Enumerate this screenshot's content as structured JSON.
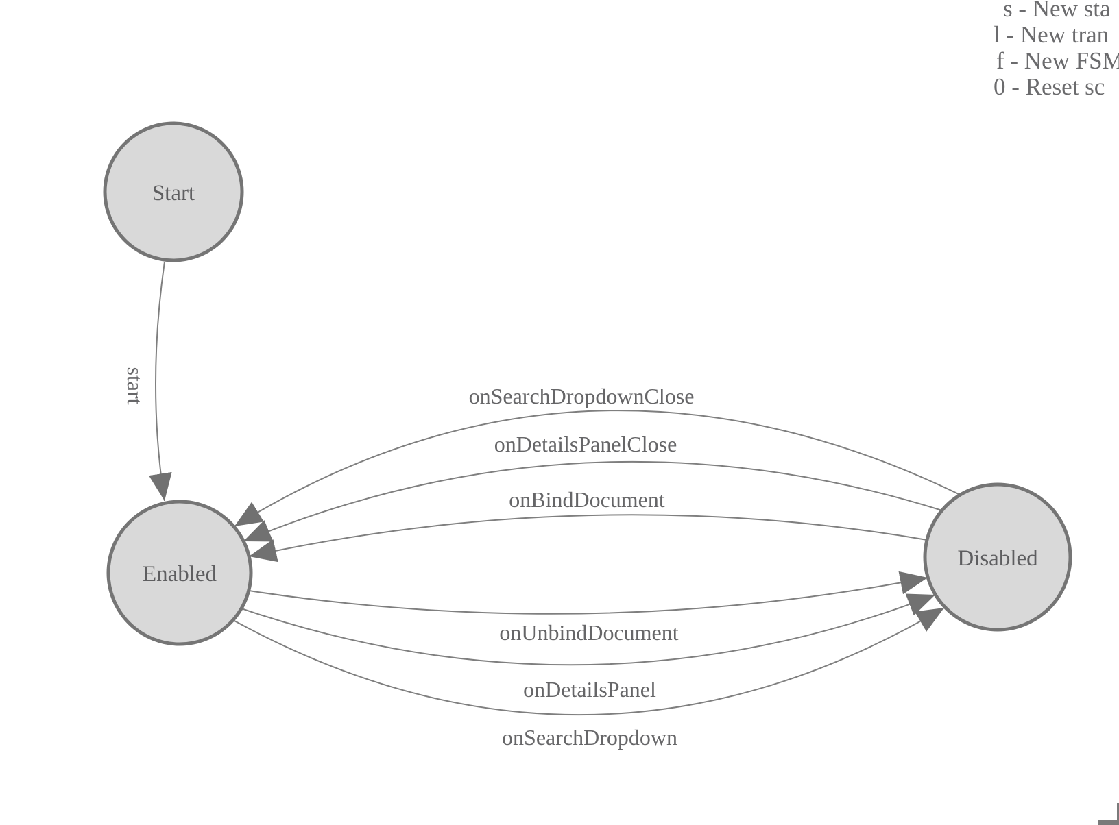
{
  "legend": {
    "lines": [
      "s - New sta",
      "l - New tran",
      "f - New FSM",
      "0 - Reset sc"
    ]
  },
  "nodes": {
    "start": {
      "label": "Start"
    },
    "enabled": {
      "label": "Enabled"
    },
    "disabled": {
      "label": "Disabled"
    }
  },
  "edges": {
    "start": {
      "label": "start",
      "from": "Start",
      "to": "Enabled"
    },
    "onSearchDropdownClose": {
      "label": "onSearchDropdownClose",
      "from": "Disabled",
      "to": "Enabled"
    },
    "onDetailsPanelClose": {
      "label": "onDetailsPanelClose",
      "from": "Disabled",
      "to": "Enabled"
    },
    "onBindDocument": {
      "label": "onBindDocument",
      "from": "Disabled",
      "to": "Enabled"
    },
    "onUnbindDocument": {
      "label": "onUnbindDocument",
      "from": "Enabled",
      "to": "Disabled"
    },
    "onDetailsPanel": {
      "label": "onDetailsPanel",
      "from": "Enabled",
      "to": "Disabled"
    },
    "onSearchDropdown": {
      "label": "onSearchDropdown",
      "from": "Enabled",
      "to": "Disabled"
    }
  },
  "colors": {
    "node_fill": "#d9d9d9",
    "node_stroke": "#757575",
    "edge_stroke": "#7f7f7f",
    "arrow_fill": "#717171",
    "node_label_text": "#5e5e60",
    "edge_label_text": "#666668",
    "legend_text": "#6b6b6d"
  }
}
